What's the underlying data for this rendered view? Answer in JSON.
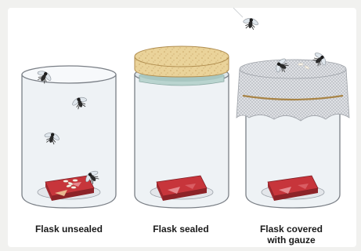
{
  "captions": {
    "unsealed": "Flask unsealed",
    "sealed": "Flask sealed",
    "gauze": "Flask covered\nwith gauze"
  },
  "colors": {
    "background": "#f1f1ef",
    "panel": "#ffffff",
    "glass_outline": "#7a7f86",
    "glass_fill": "#eef2f5",
    "meat": "#c7353b",
    "meat_dark": "#a02a30",
    "fat": "#e8b98f",
    "cork": "#ead39a",
    "gauze": "#c9ccd1",
    "string": "#a88447",
    "fly_body": "#2a2a2a"
  },
  "icons": [
    "fly-icon",
    "maggot-icon"
  ]
}
